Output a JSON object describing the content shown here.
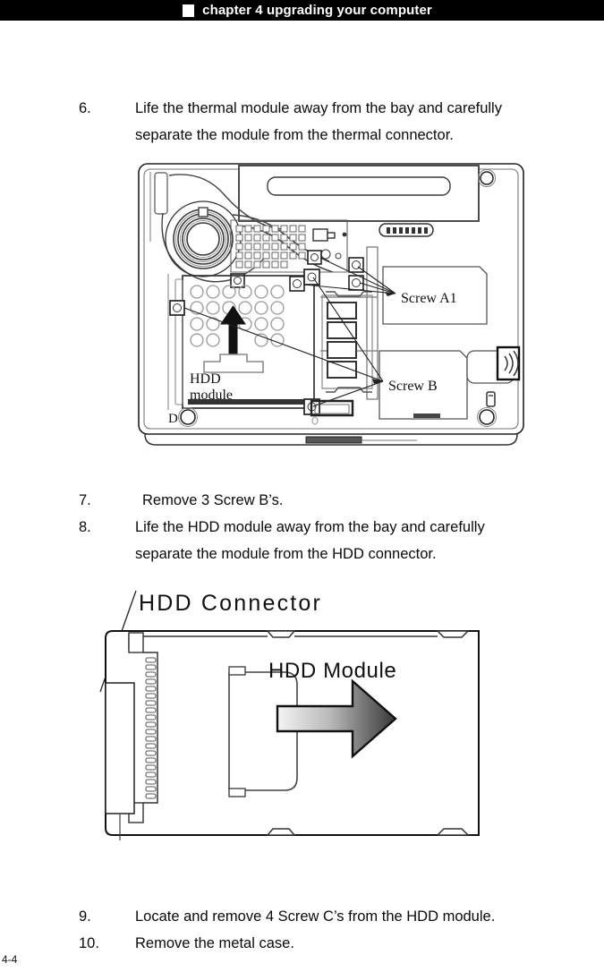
{
  "header": {
    "bullet_icon": "filled-square-icon",
    "title": "chapter 4 upgrading your computer"
  },
  "steps": [
    {
      "number": "6.",
      "line1": "Life the thermal module away from the bay and carefully",
      "line2": "separate the module from the thermal connector."
    },
    {
      "number": "7.",
      "line1": "Remove 3 Screw B’s.",
      "line2": ""
    },
    {
      "number": "8.",
      "line1": "Life the HDD module away from the bay and carefully",
      "line2": "separate the module from the HDD connector."
    },
    {
      "number": "9.",
      "line1": "Locate and remove 4 Screw C’s from the HDD module.",
      "line2": ""
    },
    {
      "number": "10.",
      "line1": "Remove the metal case.",
      "line2": ""
    }
  ],
  "figure_notebook": {
    "caption_screw_a1": "Screw A1",
    "caption_screw_b": "Screw B",
    "caption_hdd_line1": "HDD",
    "caption_hdd_line2": "module",
    "caption_battery": "battery-label"
  },
  "figure_hdd": {
    "label_connector": "HDD Connector",
    "label_module": "HDD Module",
    "arrow_direction": "right"
  },
  "footer": {
    "page_number": "4-4"
  },
  "colors": {
    "header_background": "#000000",
    "header_text": "#ffffff",
    "body_text": "#0a0a0a",
    "line_art": "#1a1a1a",
    "line_art_light": "#8a8a8a",
    "arrow_gradient_from": "#f2f2f2",
    "arrow_gradient_to": "#3a3a3a"
  }
}
